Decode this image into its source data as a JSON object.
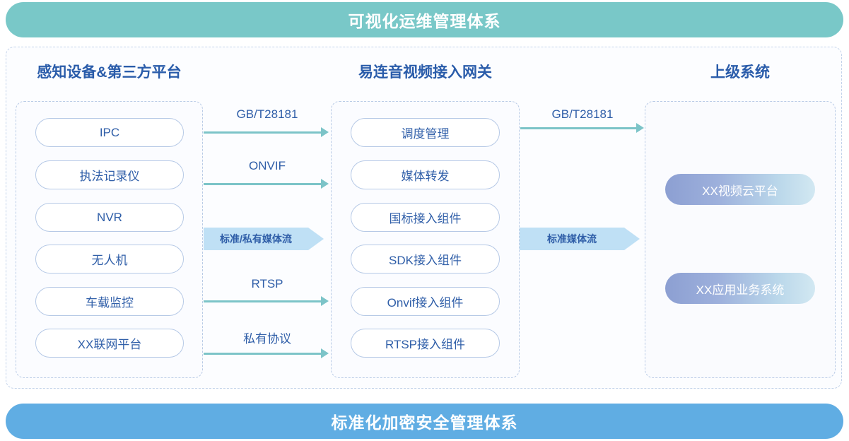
{
  "banners": {
    "top": {
      "label": "可视化运维管理体系",
      "color": "#79c8c8"
    },
    "bottom": {
      "label": "标准化加密安全管理体系",
      "color": "#60ade3"
    }
  },
  "columns": [
    {
      "header": "感知设备&第三方平台",
      "items": [
        "IPC",
        "执法记录仪",
        "NVR",
        "无人机",
        "车载监控",
        "XX联网平台"
      ]
    },
    {
      "header": "易连音视频接入网关",
      "items": [
        "调度管理",
        "媒体转发",
        "国标接入组件",
        "SDK接入组件",
        "Onvif接入组件",
        "RTSP接入组件"
      ]
    },
    {
      "header": "上级系统",
      "items": [
        "XX视频云平台",
        "XX应用业务系统"
      ]
    }
  ],
  "connectors_left": [
    {
      "label": "GB/T28181",
      "style": "line"
    },
    {
      "label": "ONVIF",
      "style": "line"
    },
    {
      "label": "标准/私有媒体流",
      "style": "block"
    },
    {
      "label": "RTSP",
      "style": "line"
    },
    {
      "label": "私有协议",
      "style": "line"
    }
  ],
  "connectors_right": [
    {
      "label": "GB/T28181",
      "style": "line"
    },
    {
      "label": "标准媒体流",
      "style": "block"
    }
  ],
  "colors": {
    "teal_banner": "#79c8c8",
    "blue_banner": "#60ade3",
    "arrow_teal": "#7cc4c8",
    "block_arrow": "#bfe0f5",
    "text_blue": "#2f5ea8",
    "header_blue": "#2a5caa",
    "pill_border": "#b6c9e6",
    "dashed_border": "#b9cbe6",
    "gradient_start": "#8c9fd2",
    "gradient_end": "#d2e8f2"
  }
}
